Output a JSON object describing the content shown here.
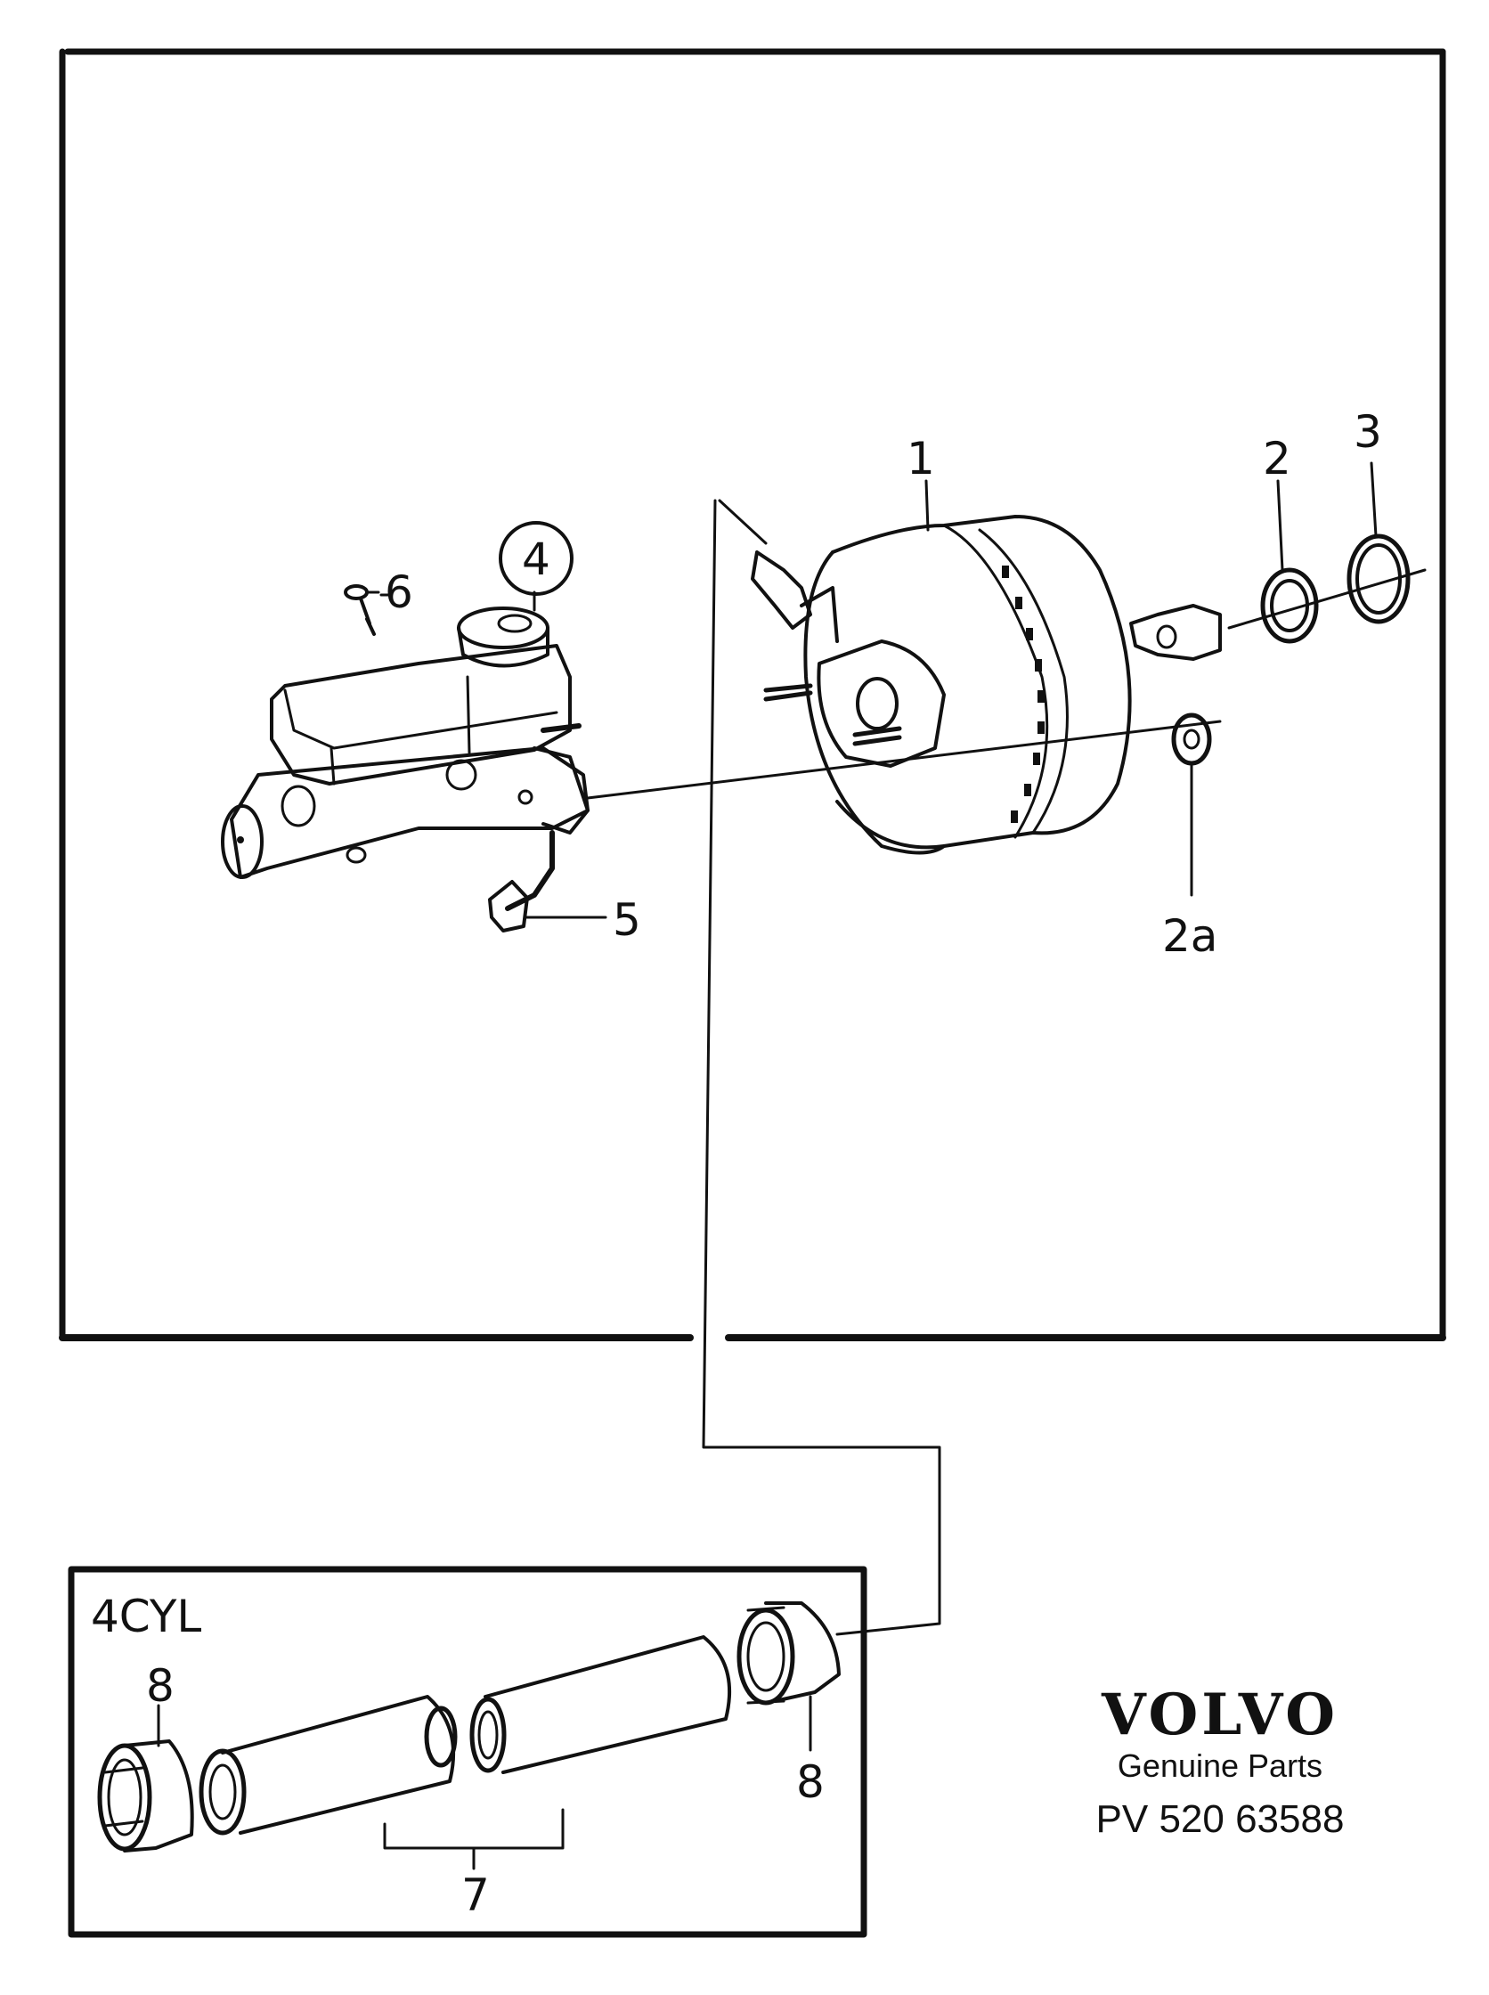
{
  "labels": {
    "p1": "1",
    "p2": "2",
    "p2a": "2a",
    "p3": "3",
    "p4": "4",
    "p5": "5",
    "p6": "6",
    "p7": "7",
    "p8_left": "8",
    "p8_right": "8",
    "inset_title": "4CYL"
  },
  "brand": {
    "logo": "VOLVO",
    "subtitle": "Genuine Parts",
    "code": "PV 520 63588"
  }
}
